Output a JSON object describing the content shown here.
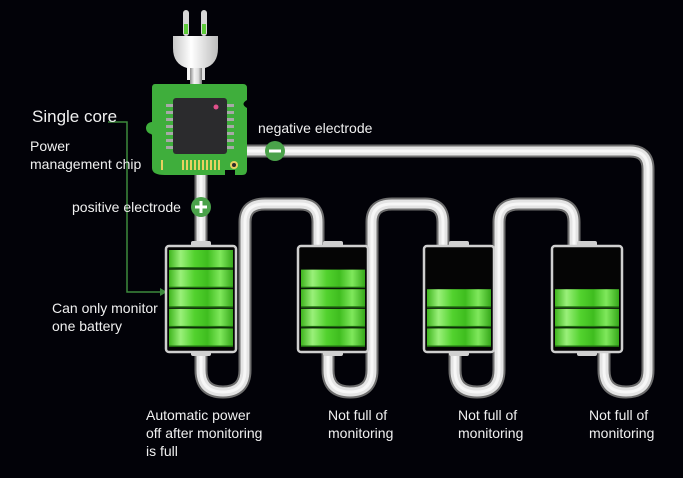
{
  "title": "Single core power management chip battery monitoring diagram",
  "colors": {
    "background": "#020208",
    "pipe": "#d8d8d8",
    "battery_green": "#4cd42a",
    "board_green": "#3fae3c",
    "chip": "#2a2a2c",
    "badge_green": "#4aa24a",
    "leader_line": "#3c8a3c"
  },
  "labels": {
    "single_core": "Single core",
    "chip_line1": "Power",
    "chip_line2": "management chip",
    "negative": "negative electrode",
    "positive": "positive electrode",
    "monitor_line1": "Can only monitor",
    "monitor_line2": "one battery"
  },
  "icons": {
    "plug": "power-plug-icon",
    "chip": "ic-chip-icon",
    "minus": "minus-badge-icon",
    "plus": "plus-badge-icon"
  },
  "batteries": [
    {
      "segments_filled": 5,
      "segments_total": 5,
      "fill_fraction": 1.0,
      "caption": [
        "Automatic power",
        "off after monitoring",
        "is full"
      ]
    },
    {
      "segments_filled": 4,
      "segments_total": 5,
      "fill_fraction": 0.8,
      "caption": [
        "Not full of",
        "monitoring"
      ]
    },
    {
      "segments_filled": 3,
      "segments_total": 5,
      "fill_fraction": 0.6,
      "caption": [
        "Not full of",
        "monitoring"
      ]
    },
    {
      "segments_filled": 3,
      "segments_total": 5,
      "fill_fraction": 0.6,
      "caption": [
        "Not full of",
        "monitoring"
      ]
    }
  ]
}
